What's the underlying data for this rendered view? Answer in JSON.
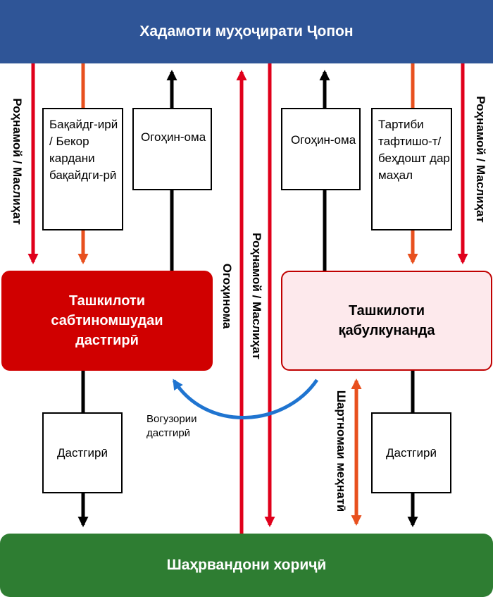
{
  "header": {
    "title": "Хадамоти муҳоҷирати Ҷопон"
  },
  "footer": {
    "title": "Шаҳрвандони хориҷӣ"
  },
  "organizations": {
    "left": "Ташкилоти сабтиномшудаи дастгирӣ",
    "right": "Ташкилоти қабулкунанда"
  },
  "boxes": {
    "registration": "Бақайдг-ирй / Бекор кардани бақайдги-рӣ",
    "notice_left": "Огоҳин-ома",
    "notice_right": "Огоҳин-ома",
    "inspection": "Тартиби тафтишо-т/ беҳдошт дар маҳал",
    "support_left": "Дастгирӣ",
    "support_right": "Дастгирӣ"
  },
  "labels": {
    "advice_outer_left": "Роҳнамой / Маслиҳат",
    "advice_outer_right": "Роҳнамой / Маслиҳат",
    "notice_center": "Огоҳинома",
    "advice_center": "Роҳнамой / Маслиҳат",
    "employment_contract": "Шартномаи меҳнатӣ",
    "support_transfer": "Вогузории дастгирӣ"
  },
  "colors": {
    "top_banner": "#2f5597",
    "bottom_banner": "#2e7d32",
    "left_org": "#d00000",
    "right_org_fill": "#fde9ec",
    "red_arrow": "#e0001b",
    "orange_arrow": "#e8501e",
    "black_arrow": "#000000",
    "blue_arrow": "#1f74d0"
  }
}
